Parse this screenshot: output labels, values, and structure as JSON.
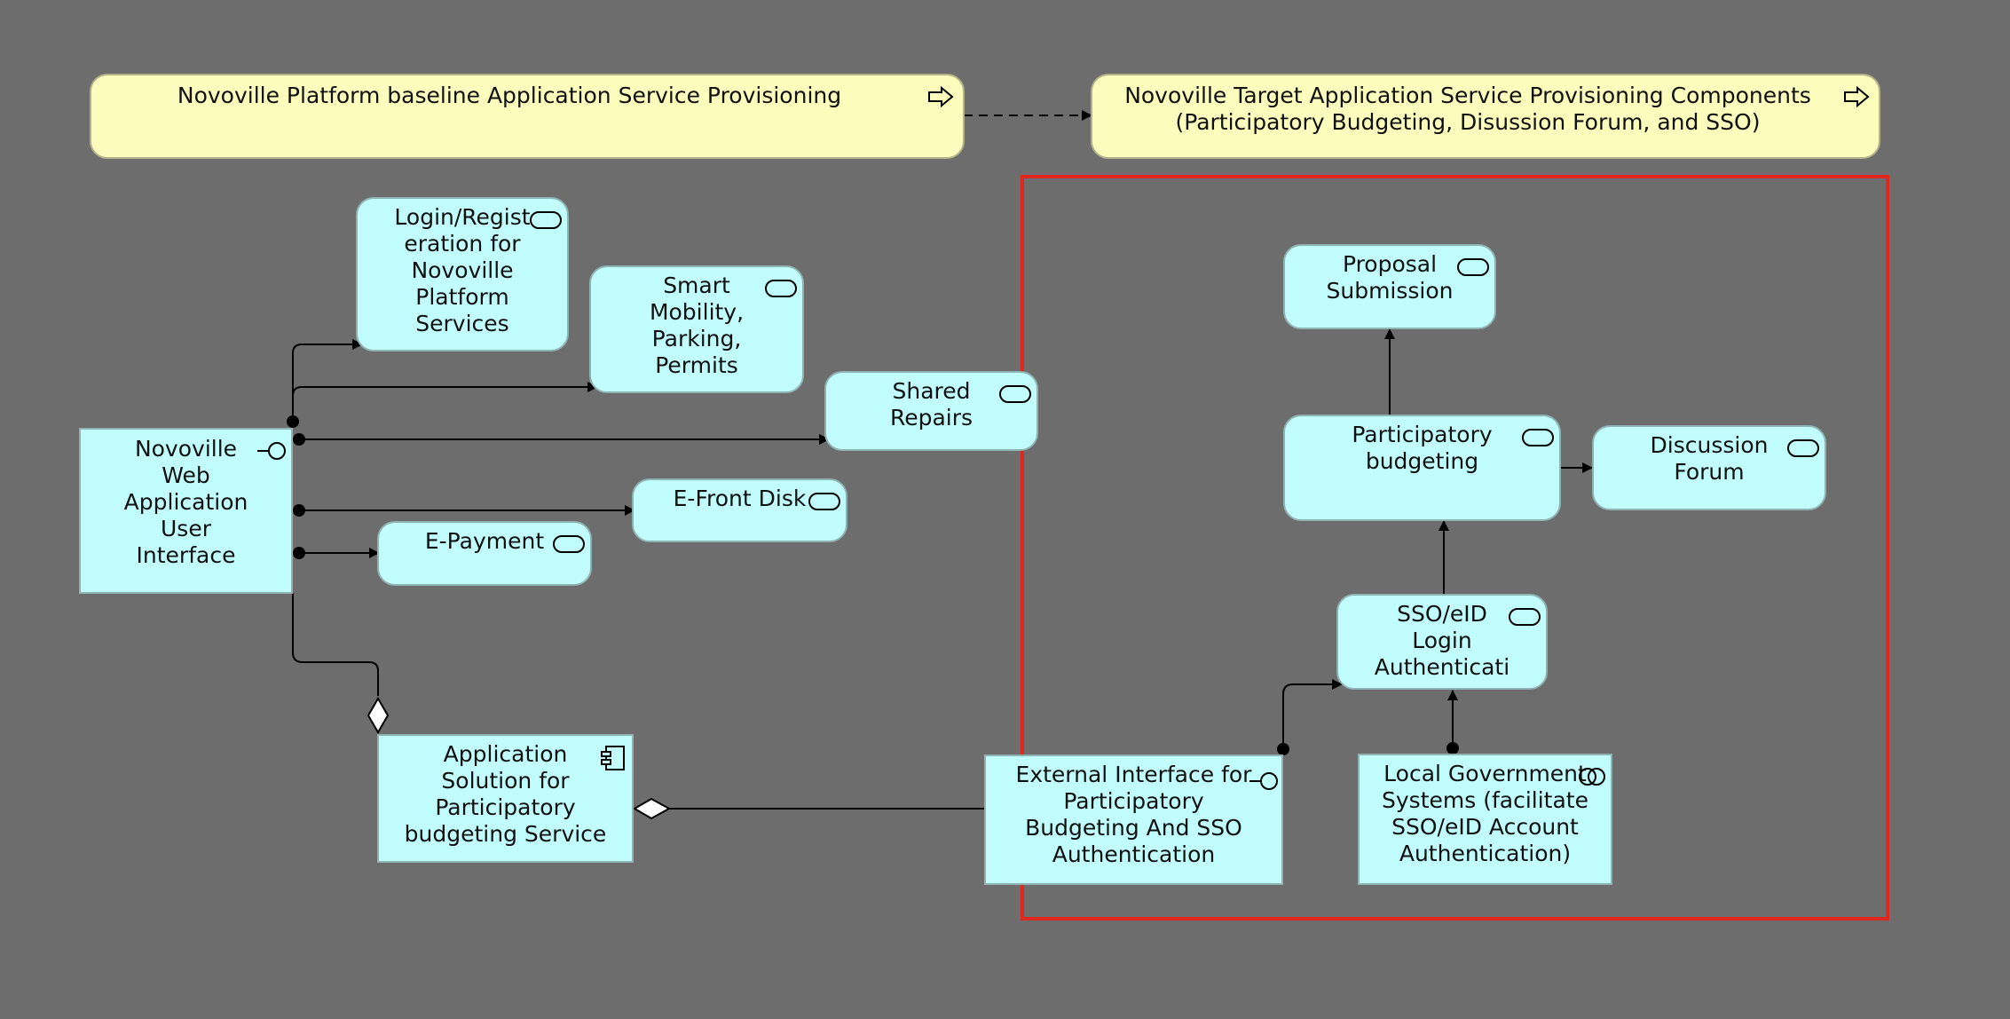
{
  "plateaus": {
    "baseline": "Novoville Platform baseline Application Service Provisioning",
    "target": "Novoville Target Application Service Provisioning Components\n(Participatory Budgeting, Disussion Forum, and SSO)"
  },
  "nodes": {
    "web_ui": "Novoville\nWeb\nApplication\nUser\nInterface",
    "login": "Login/Regist\neration for\nNovoville\nPlatform\nServices",
    "smart_mobility": "Smart\nMobility,\nParking,\nPermits",
    "shared_repairs": "Shared\nRepairs",
    "efront_disk": "E-Front Disk",
    "epayment": "E-Payment",
    "app_solution": "Application\nSolution for\nParticipatory\nbudgeting Service",
    "external_interface": "External Interface for\nParticipatory\nBudgeting And SSO\nAuthentication",
    "local_gov": "Local Government\nSystems (facilitate\nSSO/eID Account\nAuthentication)",
    "sso": "SSO/eID\nLogin\nAuthenticati",
    "participatory": "Participatory\nbudgeting",
    "discussion": "Discussion\nForum",
    "proposal": "Proposal\nSubmission"
  },
  "colors": {
    "background": "#6d6d6d",
    "service_fill": "#c2fdfd",
    "plateau_fill": "#fcfcbc",
    "highlight_frame": "#e0281e"
  },
  "icons": {
    "service": "service-icon",
    "interface": "interface-icon",
    "component": "component-icon",
    "collaboration": "collaboration-icon",
    "plateau": "plateau-arrow-icon"
  }
}
